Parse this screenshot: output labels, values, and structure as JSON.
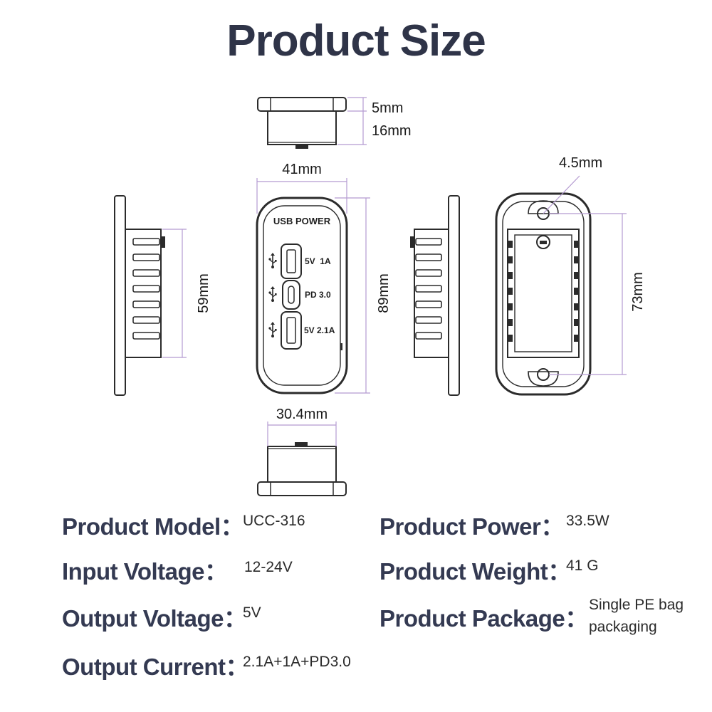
{
  "title": "Product Size",
  "device": {
    "brand_label": "USB POWER",
    "ports": [
      {
        "icon": "usb-icon",
        "label": "5V  1A"
      },
      {
        "icon": "usb-icon",
        "label": "PD 3.0"
      },
      {
        "icon": "usb-icon",
        "label": "5V 2.1A"
      }
    ]
  },
  "dimensions": {
    "top_thickness": "5mm",
    "top_depth": "16mm",
    "width": "41mm",
    "side_height": "59mm",
    "front_height": "89mm",
    "hole": "4.5mm",
    "hole_spacing": "73mm",
    "body_width": "30.4mm"
  },
  "specs": {
    "model_label": "Product Model：",
    "model_value": "UCC-316",
    "power_label": "Product Power：",
    "power_value": "33.5W",
    "input_label": "Input Voltage：",
    "input_value": "12-24V",
    "weight_label": "Product Weight：",
    "weight_value": "41 G",
    "output_v_label": "Output Voltage：",
    "output_v_value": "5V",
    "package_label": "Product Package：",
    "package_value": "Single PE bag packaging",
    "output_c_label": "Output Current：",
    "output_c_value": "2.1A+1A+PD3.0"
  },
  "colors": {
    "title": "#2f3448",
    "outline": "#2b2b2b",
    "dimension_line": "#b59bd1"
  }
}
